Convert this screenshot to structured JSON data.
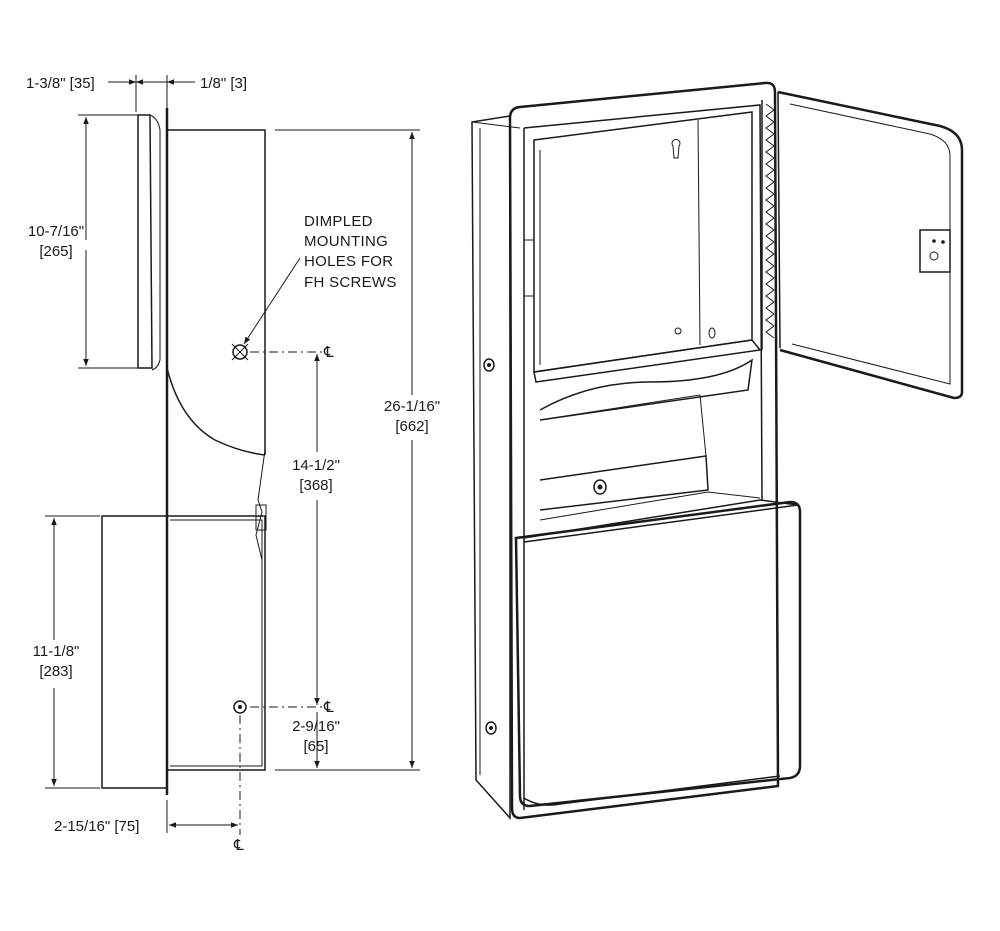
{
  "dimensions": {
    "depth_total": "1-3/8\" [35]",
    "flange": "1/8\" [3]",
    "top_section": "10-7/16\"",
    "top_section_mm": "[265]",
    "overall_height": "26-1/16\"",
    "overall_height_mm": "[662]",
    "hole_spacing": "14-1/2\"",
    "hole_spacing_mm": "[368]",
    "bottom_section": "11-1/8\"",
    "bottom_section_mm": "[283]",
    "hole_to_bottom": "2-9/16\"",
    "hole_to_bottom_mm": "[65]",
    "hole_offset": "2-15/16\" [75]"
  },
  "annotation": {
    "line1": "DIMPLED",
    "line2": "MOUNTING",
    "line3": "HOLES FOR",
    "line4": "FH SCREWS"
  },
  "centerline_symbol": "℄"
}
